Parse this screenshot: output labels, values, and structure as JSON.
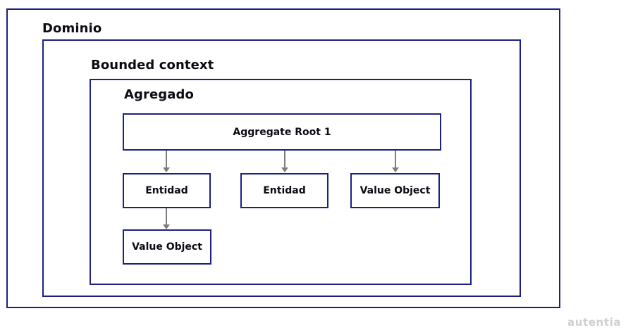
{
  "diagram": {
    "dominio_label": "Dominio",
    "bounded_context_label": "Bounded context",
    "agregado_label": "Agregado",
    "aggregate_root_label": "Aggregate Root 1",
    "entidad_1_label": "Entidad",
    "entidad_2_label": "Entidad",
    "value_object_1_label": "Value Object",
    "value_object_2_label": "Value Object"
  },
  "brand": {
    "logo_text": "autentia"
  },
  "colors": {
    "border": "#1b1f86",
    "arrow": "#7c7c7c",
    "logo": "#cfcfd4"
  }
}
